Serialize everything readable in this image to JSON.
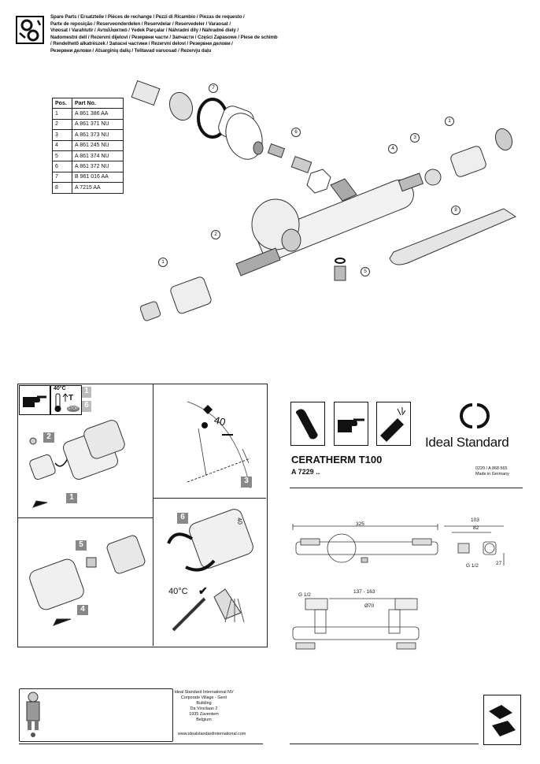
{
  "header": {
    "lines": [
      "Spare Parts / Ersatzteile / Pièces de rechange / Pezzi di Ricambio / Piezas de requesto /",
      "Parte de reposição / Reserveonderdelen / Reservdelar / Reservedeler / Varaosat /",
      "Vrøosat / Varahlutir / Ανταλλακτικό / Yedek Parçalar / Náhradní díly / Náhradné diely /",
      "Nadomestni deli / Rezervni dijelovi / Резервни части / Запчасти / Części Zapasowe / Piese de schimb",
      "/ Rendelhető alkatrészek / Запасні частини / Rezervni delovi / Резервни делови /",
      "Резервни делови / Atsarginių dalių / Telitavad varuosad / Rezervju daļu"
    ]
  },
  "parts_table": {
    "headers": [
      "Pos.",
      "Part No."
    ],
    "rows": [
      [
        "1",
        "A 861 386 AA"
      ],
      [
        "2",
        "A 861 371 NU"
      ],
      [
        "3",
        "A 861 373 NU"
      ],
      [
        "4",
        "A 861 245 NU"
      ],
      [
        "5",
        "A 861 374 NU"
      ],
      [
        "6",
        "A 861 372 NU"
      ],
      [
        "7",
        "B 961 016 AA"
      ],
      [
        "8",
        "A 7215 AA"
      ]
    ]
  },
  "callouts": [
    "1",
    "2",
    "3",
    "4",
    "5",
    "6",
    "7",
    "8",
    "1"
  ],
  "instructions": {
    "temp_icon_label": "40°C",
    "temp_t": "T",
    "stop_label": "STOP",
    "side_steps": [
      "1",
      "6"
    ],
    "steps": [
      "1",
      "2",
      "3",
      "4",
      "5",
      "6"
    ],
    "dial_value": "40",
    "knob_value": "40",
    "check_label": "40°C"
  },
  "brand": {
    "name": "Ideal Standard",
    "product_name": "CERATHERM T100",
    "model": "A 7229 ..",
    "doc_code": "0220 / A 868 565",
    "made_in": "Made in Germany"
  },
  "dimensions": {
    "width": "325",
    "depth": "103",
    "depth_inner": "82",
    "thread_right": "G 1/2",
    "height_right": "27",
    "thread_left": "G 1/2",
    "spacing": "137 - 163",
    "diameter": "Ø70"
  },
  "address": {
    "lines": [
      "Ideal Standard International NV",
      "Corporate Village - Gent Building",
      "Da Vincilaan 2",
      "1935 Zaventem",
      "Belgium"
    ],
    "url": "www.idealstandardinternational.com"
  }
}
